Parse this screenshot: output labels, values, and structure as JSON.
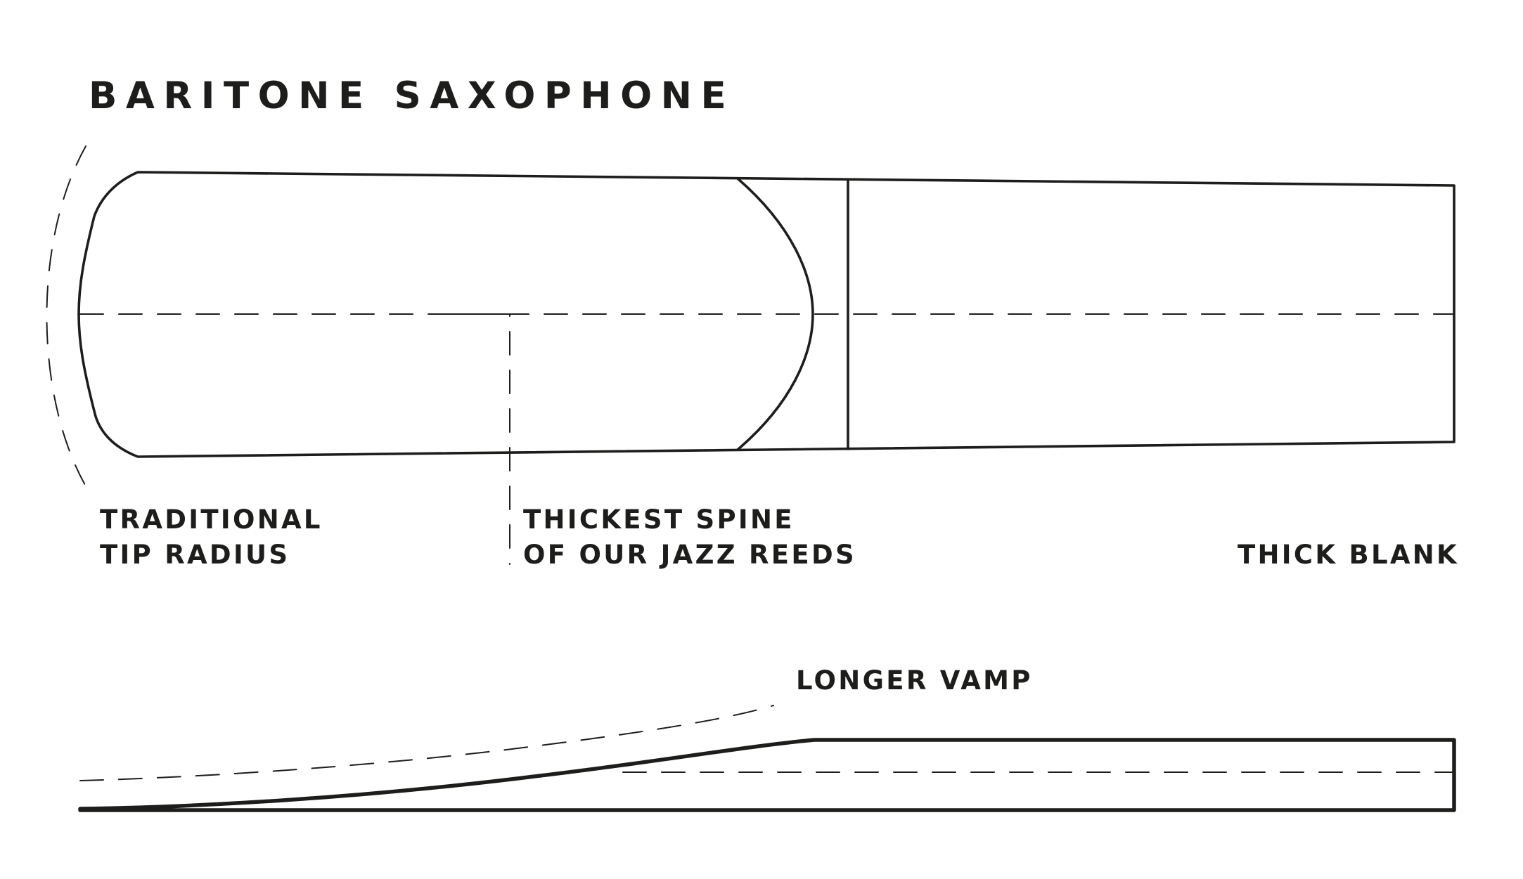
{
  "title": "BARITONE SAXOPHONE",
  "labels": {
    "tip_radius": {
      "line1": "TRADITIONAL",
      "line2": "TIP RADIUS"
    },
    "spine": {
      "line1": "THICKEST SPINE",
      "line2": "OF OUR JAZZ REEDS"
    },
    "blank": "THICK BLANK",
    "vamp": "LONGER VAMP"
  },
  "colors": {
    "stroke": "#1d1d1b",
    "background": "#ffffff"
  }
}
